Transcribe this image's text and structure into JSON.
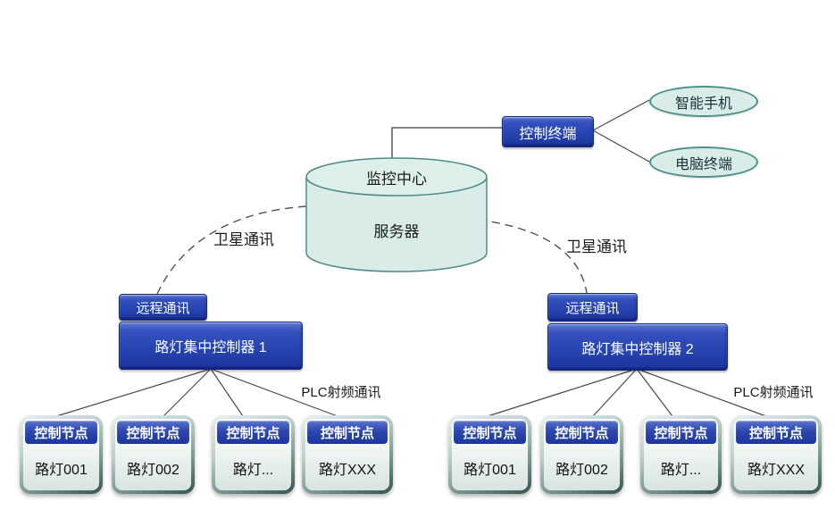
{
  "colors": {
    "accent_blue": "#2c47ae",
    "teal_fill": "#d9ece7",
    "teal_border": "#4c8f8c",
    "node_frame_dark": "#35514f",
    "wire_gray": "#555555"
  },
  "server": {
    "top_label": "监控中心",
    "bottom_label": "服务器"
  },
  "terminal": {
    "label": "控制终端"
  },
  "devices": {
    "phone": "智能手机",
    "pc": "电脑终端"
  },
  "groups": [
    {
      "satellite_label": "卫星通讯",
      "remote_label": "远程通讯",
      "controller_label": "路灯集中控制器 1",
      "plc_label": "PLC射频通讯",
      "nodes": [
        {
          "header": "控制节点",
          "label": "路灯001"
        },
        {
          "header": "控制节点",
          "label": "路灯002"
        },
        {
          "header": "控制节点",
          "label": "路灯..."
        },
        {
          "header": "控制节点",
          "label": "路灯XXX"
        }
      ]
    },
    {
      "satellite_label": "卫星通讯",
      "remote_label": "远程通讯",
      "controller_label": "路灯集中控制器 2",
      "plc_label": "PLC射频通讯",
      "nodes": [
        {
          "header": "控制节点",
          "label": "路灯001"
        },
        {
          "header": "控制节点",
          "label": "路灯002"
        },
        {
          "header": "控制节点",
          "label": "路灯..."
        },
        {
          "header": "控制节点",
          "label": "路灯XXX"
        }
      ]
    }
  ]
}
